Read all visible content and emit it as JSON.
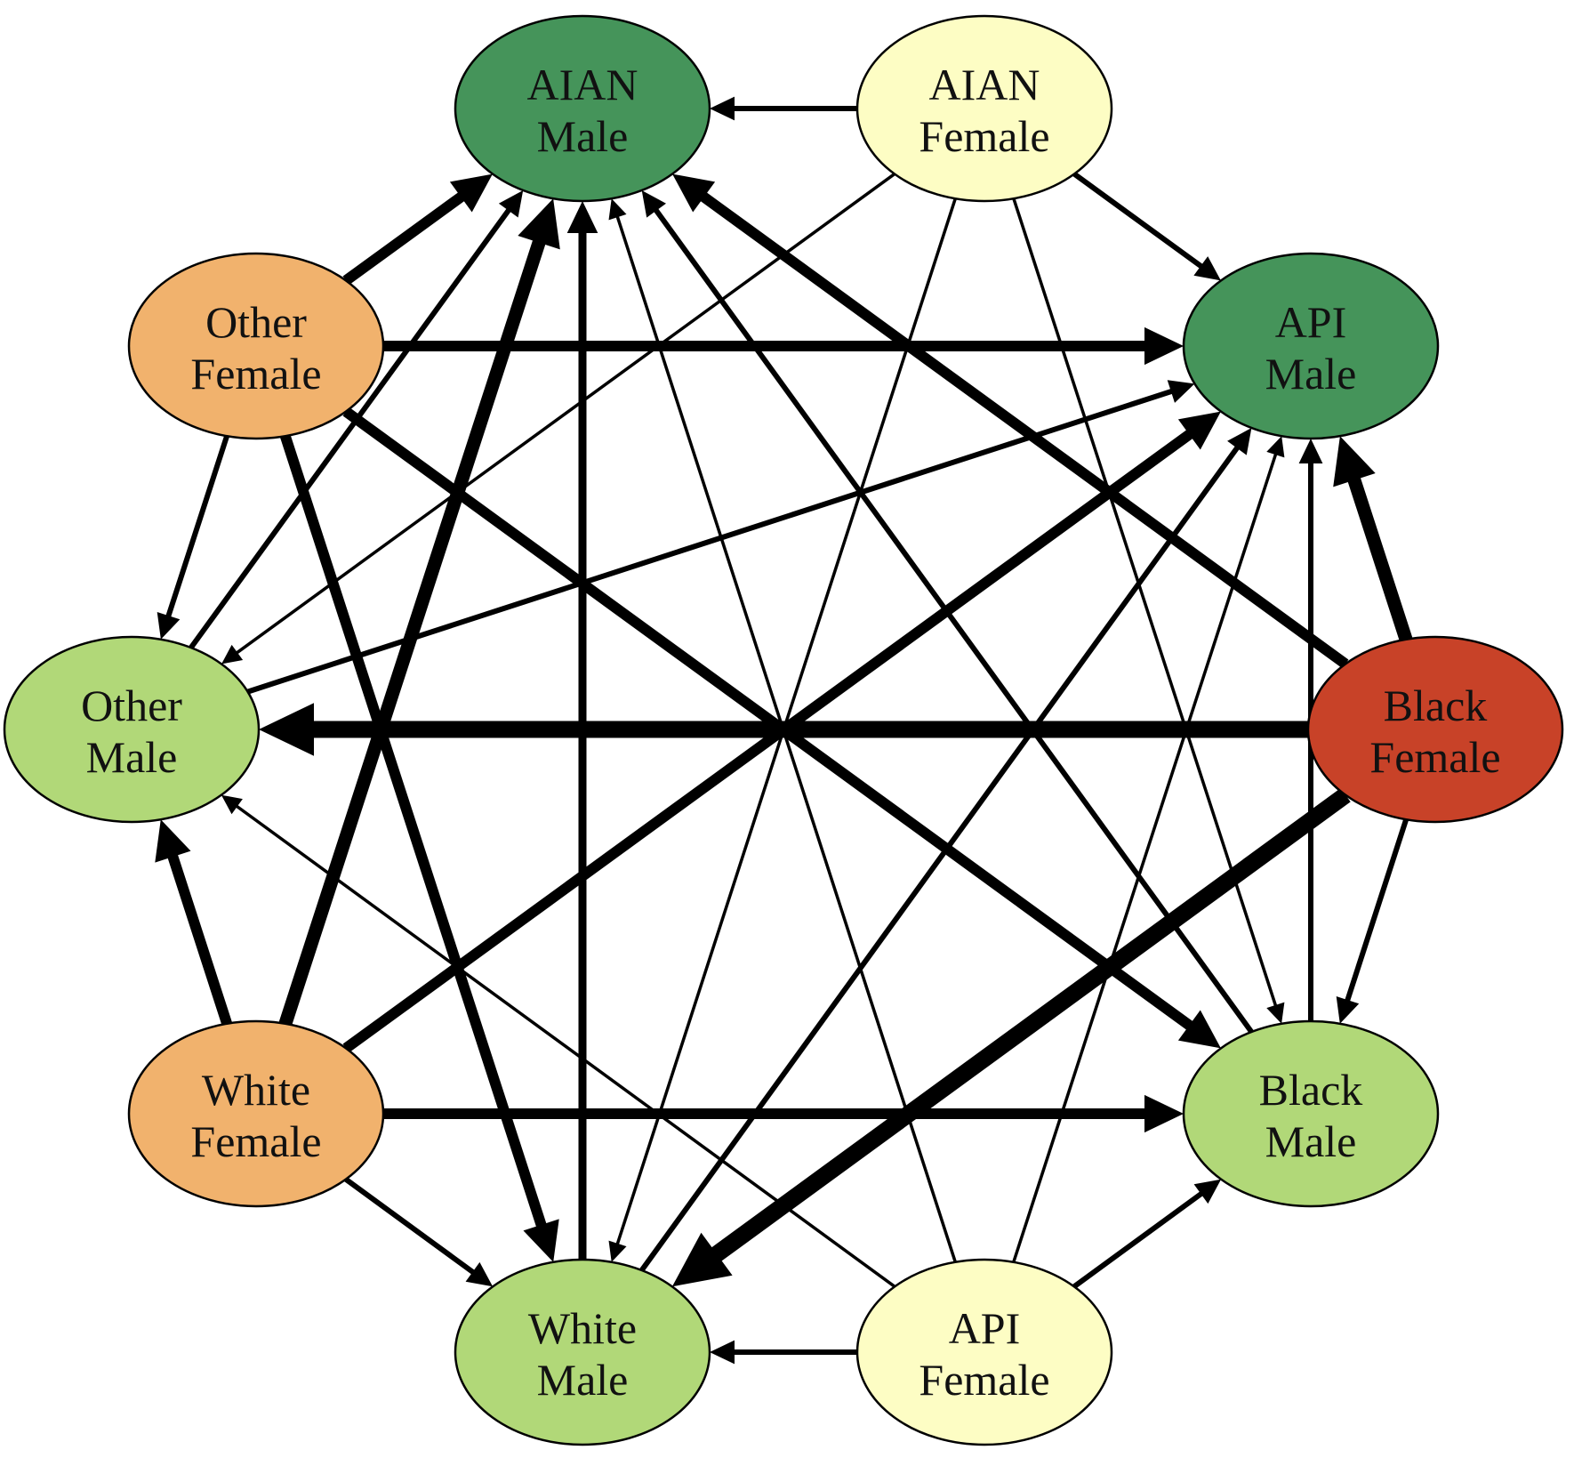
{
  "nodes": [
    {
      "id": "aian-male",
      "lines": [
        "AIAN",
        "Male"
      ],
      "color": "#45945a"
    },
    {
      "id": "aian-female",
      "lines": [
        "AIAN",
        "Female"
      ],
      "color": "#fdfdc4"
    },
    {
      "id": "api-male",
      "lines": [
        "API",
        "Male"
      ],
      "color": "#45945a"
    },
    {
      "id": "black-female",
      "lines": [
        "Black",
        "Female"
      ],
      "color": "#c84228"
    },
    {
      "id": "black-male",
      "lines": [
        "Black",
        "Male"
      ],
      "color": "#b1d878"
    },
    {
      "id": "api-female",
      "lines": [
        "API",
        "Female"
      ],
      "color": "#fdfdc4"
    },
    {
      "id": "white-male",
      "lines": [
        "White",
        "Male"
      ],
      "color": "#b1d878"
    },
    {
      "id": "white-female",
      "lines": [
        "White",
        "Female"
      ],
      "color": "#f1b26d"
    },
    {
      "id": "other-male",
      "lines": [
        "Other",
        "Male"
      ],
      "color": "#b1d878"
    },
    {
      "id": "other-female",
      "lines": [
        "Other",
        "Female"
      ],
      "color": "#f1b26d"
    }
  ],
  "edges": [
    {
      "from": "aian-female",
      "to": "aian-male",
      "weight": 2
    },
    {
      "from": "aian-female",
      "to": "api-male",
      "weight": 2
    },
    {
      "from": "aian-female",
      "to": "other-male",
      "weight": 1
    },
    {
      "from": "aian-female",
      "to": "white-male",
      "weight": 1
    },
    {
      "from": "aian-female",
      "to": "black-male",
      "weight": 1
    },
    {
      "from": "other-female",
      "to": "aian-male",
      "weight": 4
    },
    {
      "from": "other-female",
      "to": "api-male",
      "weight": 4
    },
    {
      "from": "other-female",
      "to": "other-male",
      "weight": 2
    },
    {
      "from": "other-female",
      "to": "white-male",
      "weight": 4
    },
    {
      "from": "other-female",
      "to": "black-male",
      "weight": 4
    },
    {
      "from": "black-female",
      "to": "aian-male",
      "weight": 4
    },
    {
      "from": "black-female",
      "to": "api-male",
      "weight": 5
    },
    {
      "from": "black-female",
      "to": "other-male",
      "weight": 6
    },
    {
      "from": "black-female",
      "to": "white-male",
      "weight": 6
    },
    {
      "from": "black-female",
      "to": "black-male",
      "weight": 2
    },
    {
      "from": "white-female",
      "to": "aian-male",
      "weight": 5
    },
    {
      "from": "white-female",
      "to": "api-male",
      "weight": 4
    },
    {
      "from": "white-female",
      "to": "other-male",
      "weight": 4
    },
    {
      "from": "white-female",
      "to": "white-male",
      "weight": 2
    },
    {
      "from": "white-female",
      "to": "black-male",
      "weight": 4
    },
    {
      "from": "api-female",
      "to": "aian-male",
      "weight": 1
    },
    {
      "from": "api-female",
      "to": "api-male",
      "weight": 1
    },
    {
      "from": "api-female",
      "to": "other-male",
      "weight": 1
    },
    {
      "from": "api-female",
      "to": "white-male",
      "weight": 2
    },
    {
      "from": "api-female",
      "to": "black-male",
      "weight": 2
    },
    {
      "from": "other-male",
      "to": "aian-male",
      "weight": 2
    },
    {
      "from": "other-male",
      "to": "api-male",
      "weight": 2
    },
    {
      "from": "white-male",
      "to": "aian-male",
      "weight": 3
    },
    {
      "from": "white-male",
      "to": "api-male",
      "weight": 2
    },
    {
      "from": "black-male",
      "to": "aian-male",
      "weight": 2
    },
    {
      "from": "black-male",
      "to": "api-male",
      "weight": 2
    }
  ]
}
